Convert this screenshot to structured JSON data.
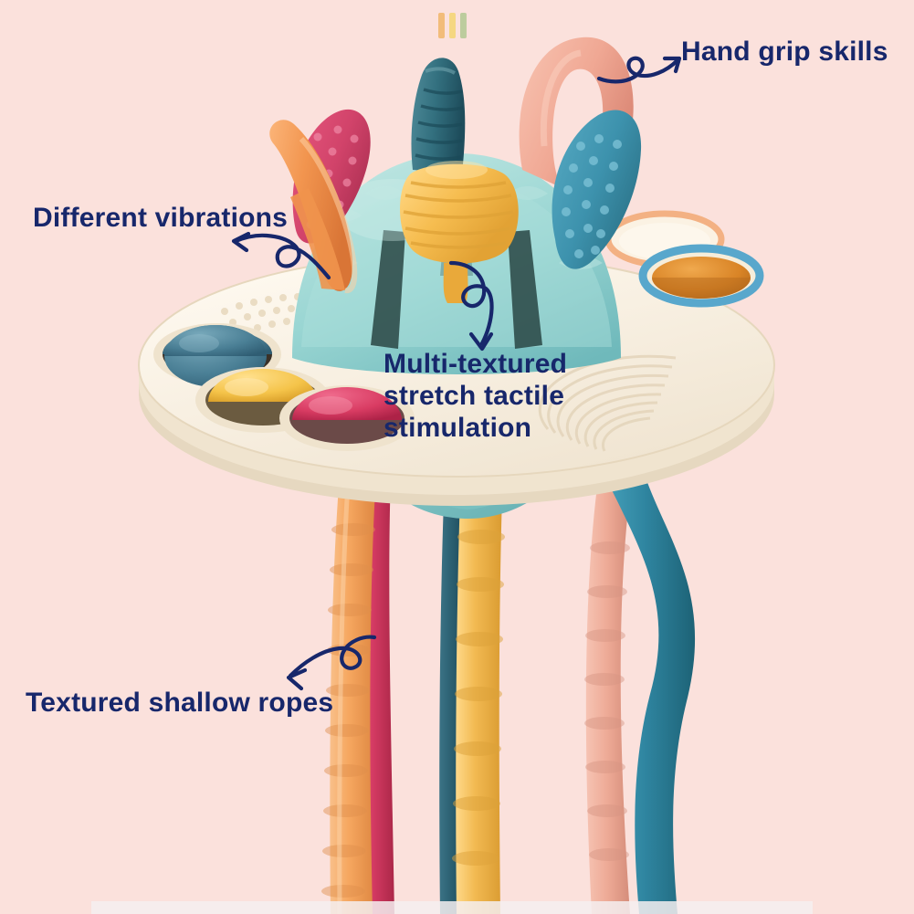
{
  "scene": {
    "background_color": "#fbe1dc",
    "subject": "baby sensory pull-string montessori toy",
    "watermark_bars": [
      "#eda63f",
      "#f2d14a",
      "#97c078"
    ]
  },
  "annotations": [
    {
      "id": "hand-grip",
      "label": "Hand grip skills",
      "color": "#17276b",
      "points_to": "pink grip ring"
    },
    {
      "id": "vibrations",
      "label": "Different vibrations",
      "color": "#17276b",
      "points_to": "orange loop handle"
    },
    {
      "id": "stretch",
      "label": "Multi-textured\nstretch tactile\nstimulation",
      "color": "#17276b",
      "points_to": "yellow stretch pull"
    },
    {
      "id": "ropes",
      "label": "Textured shallow ropes",
      "color": "#17276b",
      "points_to": "silicone ropes"
    }
  ],
  "toy": {
    "disc": {
      "name": "saucer base",
      "color": "#f6eddd",
      "rim_color": "#e8dcc6"
    },
    "dome": {
      "name": "center dome",
      "color": "#9fd8d6"
    },
    "buttons": [
      {
        "name": "blue-dome-button",
        "color": "#4a7f95"
      },
      {
        "name": "yellow-dome-button",
        "color": "#f5c44a"
      },
      {
        "name": "pink-dome-button",
        "color": "#d93c63"
      }
    ],
    "pulls": [
      {
        "name": "teal-ribbed-stick",
        "color": "#2f6b7c"
      },
      {
        "name": "yellow-ribbed-cone",
        "color": "#f4b844"
      },
      {
        "name": "orange-loop-handle",
        "color": "#f2954f"
      },
      {
        "name": "pink-bumpy-teether",
        "color": "#d1436a"
      },
      {
        "name": "pink-grip-ring",
        "color": "#f0a894"
      },
      {
        "name": "blue-bumpy-teether",
        "color": "#3d92ad"
      }
    ],
    "holes": [
      {
        "name": "orange-ring-hole",
        "ring_color": "#f3b183"
      },
      {
        "name": "blue-ring-hole",
        "ring_color": "#58a7cc",
        "cavity_color": "#d98426"
      }
    ],
    "ropes": [
      {
        "name": "orange-rope",
        "color": "#f6a760"
      },
      {
        "name": "crimson-rope",
        "color": "#d33a62"
      },
      {
        "name": "dark-teal-rope",
        "color": "#275a6b"
      },
      {
        "name": "yellow-rope",
        "color": "#f2ba52"
      },
      {
        "name": "blush-rope",
        "color": "#eeab97"
      },
      {
        "name": "blue-rope",
        "color": "#2f85a0"
      }
    ]
  }
}
